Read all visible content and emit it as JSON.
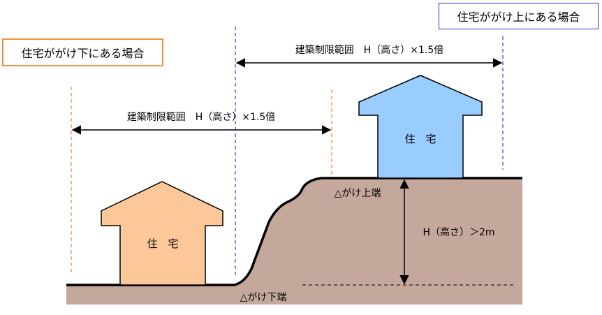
{
  "labels": {
    "lower_case_title": "住宅ががけ下にある場合",
    "upper_case_title": "住宅ががけ上にある場合",
    "restriction_upper": "建築制限範囲　H（高さ）×1.5倍",
    "restriction_lower": "建築制限範囲　H（高さ）×1.5倍",
    "house_upper": "住　宅",
    "house_lower": "住　宅",
    "cliff_top": "△がけ上端",
    "cliff_bottom": "△がけ下端",
    "height_condition": "H（高さ）＞2m"
  },
  "colors": {
    "ground_fill": "#c4a89b",
    "house_upper_fill": "#99ccff",
    "house_lower_fill": "#fcc89a",
    "lower_box_border": "#f0913e",
    "upper_box_border": "#2b2bd0",
    "orange_dash": "#e8823a",
    "blue_dash": "#3a3ad0"
  }
}
